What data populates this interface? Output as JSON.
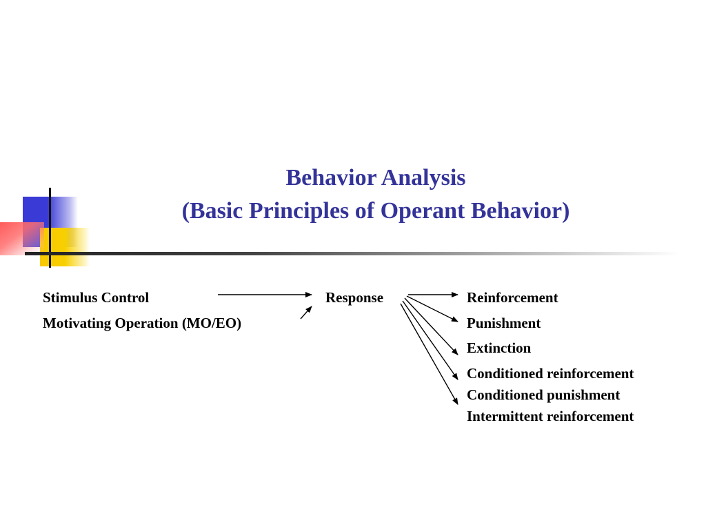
{
  "title": {
    "line1": "Behavior Analysis",
    "line2": "(Basic Principles of Operant Behavior)"
  },
  "diagram": {
    "antecedents": [
      "Stimulus Control",
      "Motivating Operation (MO/EO)"
    ],
    "response": "Response",
    "consequences": [
      "Reinforcement",
      "Punishment",
      "Extinction",
      "Conditioned reinforcement",
      "Conditioned punishment",
      "Intermittent reinforcement"
    ]
  },
  "colors": {
    "title": "#333399",
    "text": "#000000",
    "deco_blue": "#3a3ad6",
    "deco_yellow": "#f8d000",
    "deco_red": "#ff5a5a"
  }
}
